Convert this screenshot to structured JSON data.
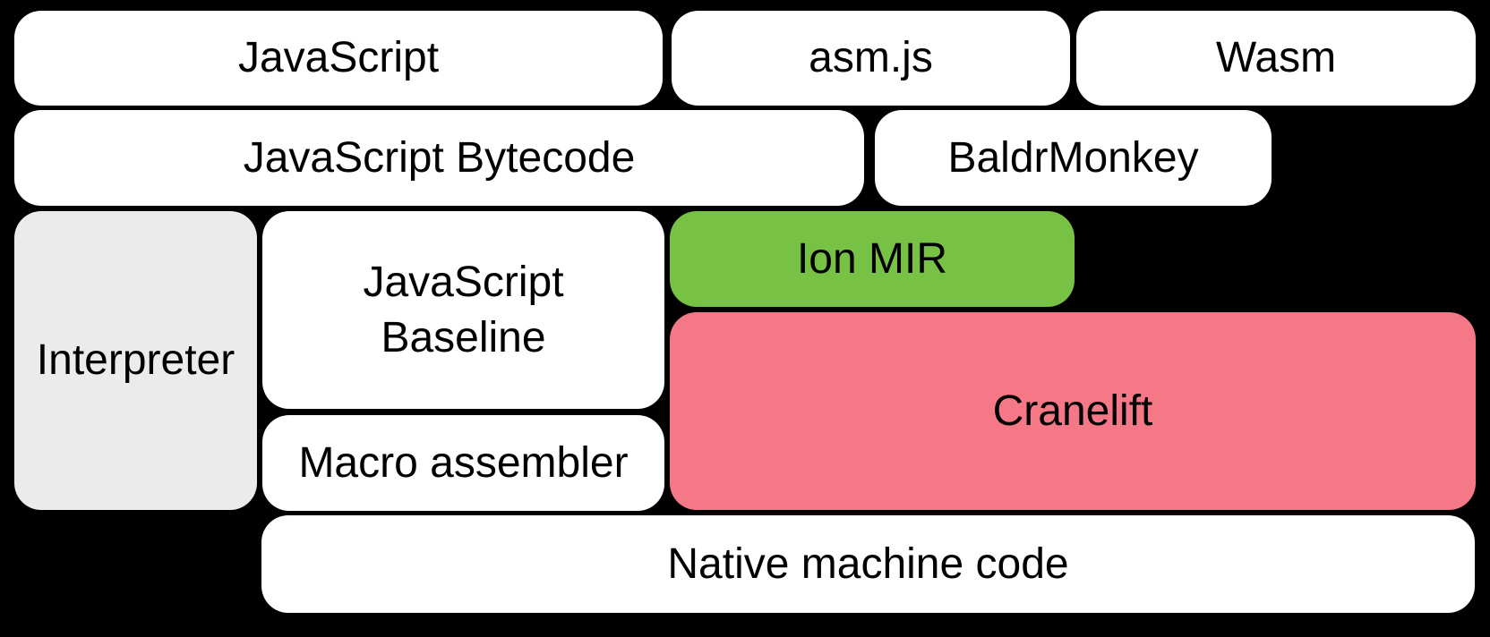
{
  "diagram": {
    "colors": {
      "background": "#000000",
      "box_white": "#ffffff",
      "box_gray": "#ebebeb",
      "box_green": "#77c144",
      "box_pink": "#f57887",
      "text": "#000000"
    },
    "boxes": {
      "javascript": {
        "label": "JavaScript"
      },
      "asmjs": {
        "label": "asm.js"
      },
      "wasm": {
        "label": "Wasm"
      },
      "bytecode": {
        "label": "JavaScript Bytecode"
      },
      "baldrmonkey": {
        "label": "BaldrMonkey"
      },
      "interpreter": {
        "label": "Interpreter"
      },
      "baseline": {
        "label": "JavaScript\nBaseline"
      },
      "ion_mir": {
        "label": "Ion MIR"
      },
      "cranelift": {
        "label": "Cranelift"
      },
      "macro_assembler": {
        "label": "Macro assembler"
      },
      "native": {
        "label": "Native machine code"
      }
    }
  }
}
